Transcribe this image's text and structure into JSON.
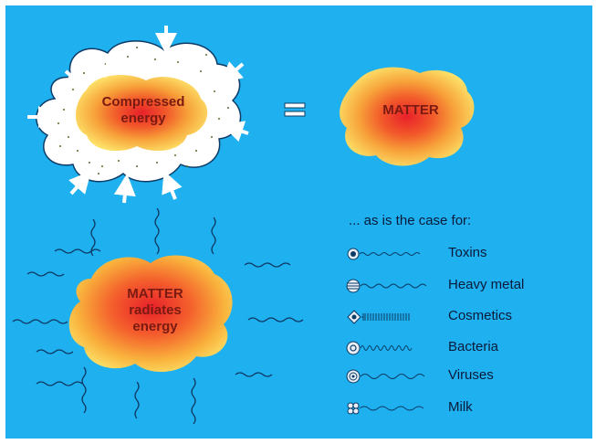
{
  "labels": {
    "compressed_energy": "Compressed\nenergy",
    "matter_top": "MATTER",
    "matter_radiates": "MATTER\nradiates\nenergy",
    "equals_sign": "="
  },
  "cases": {
    "heading": "... as is the case for:",
    "items": [
      {
        "label": "Toxins",
        "icon": "solid-dot-particle-icon"
      },
      {
        "label": "Heavy metal",
        "icon": "striped-particle-icon"
      },
      {
        "label": "Cosmetics",
        "icon": "diamond-particle-icon"
      },
      {
        "label": "Bacteria",
        "icon": "ring-particle-icon"
      },
      {
        "label": "Viruses",
        "icon": "spiral-particle-icon"
      },
      {
        "label": "Milk",
        "icon": "clustered-particle-icon"
      }
    ]
  },
  "colors": {
    "background": "#1eb0ef",
    "blob_core": "#e8202a",
    "blob_mid": "#f58a2a",
    "blob_edge": "#fde36a",
    "wave_lines": "#0d3b66"
  }
}
